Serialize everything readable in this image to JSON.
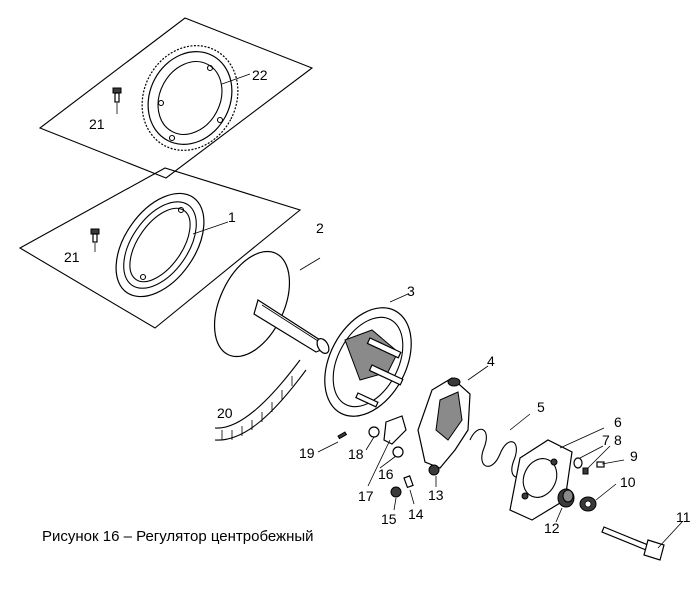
{
  "caption": "Рисунок 16 – Регулятор центробежный",
  "callouts": [
    "1",
    "2",
    "3",
    "4",
    "5",
    "6",
    "7",
    "8",
    "9",
    "10",
    "11",
    "12",
    "13",
    "14",
    "15",
    "16",
    "17",
    "18",
    "19",
    "20",
    "21",
    "21",
    "22"
  ]
}
